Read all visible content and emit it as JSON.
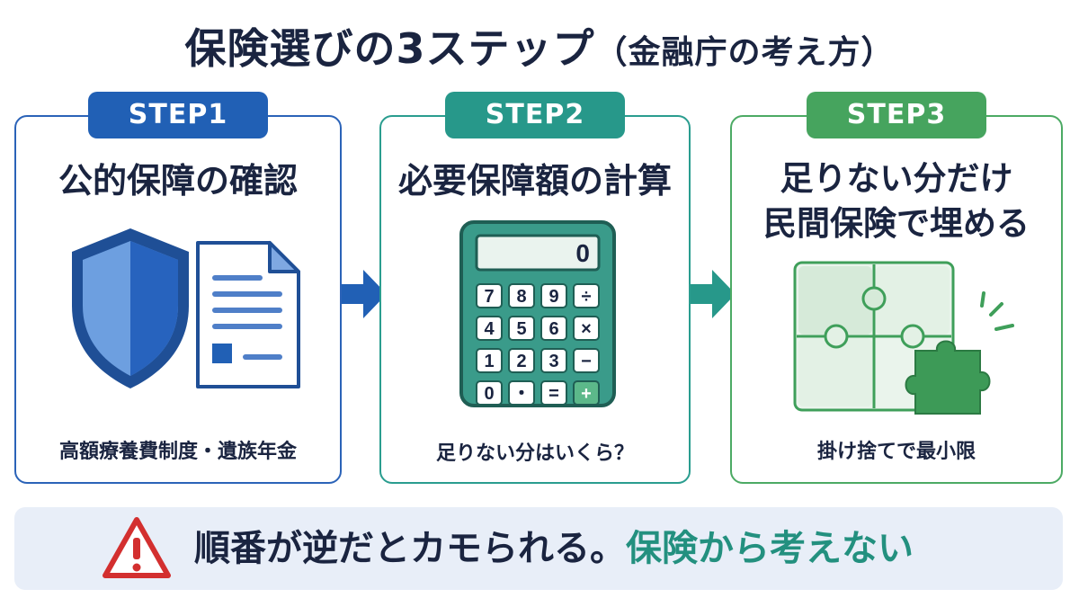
{
  "title": {
    "main": "保険選びの3ステップ",
    "sub": "（金融庁の考え方）"
  },
  "steps": [
    {
      "badge": "STEP1",
      "heading_lines": [
        "公的保障の確認"
      ],
      "caption": "高額療養費制度・遺族年金"
    },
    {
      "badge": "STEP2",
      "heading_lines": [
        "必要保障額の計算"
      ],
      "caption": "足りない分はいくら？"
    },
    {
      "badge": "STEP3",
      "heading_lines": [
        "足りない分だけ",
        "民間保険で埋める"
      ],
      "caption": "掛け捨てで最小限"
    }
  ],
  "calculator": {
    "display": "0",
    "keys": [
      [
        "7",
        "8",
        "9",
        "÷"
      ],
      [
        "4",
        "5",
        "6",
        "×"
      ],
      [
        "1",
        "2",
        "3",
        "−"
      ],
      [
        "0",
        "・",
        "=",
        "+"
      ]
    ]
  },
  "warning": {
    "dark_text": "順番が逆だとカモられる。",
    "accent_text": "保険から考えない"
  },
  "icons": {
    "step1": [
      "shield-icon",
      "document-icon"
    ],
    "step2": [
      "calculator-icon"
    ],
    "step3": [
      "puzzle-icon"
    ],
    "warning": "warning-triangle-icon",
    "arrows": "arrow-right-icon"
  },
  "colors": {
    "step1": "#2160b5",
    "step2": "#27988a",
    "step3": "#46a45e",
    "warning_icon": "#d32f2f",
    "warning_bg": "#e8eef8"
  }
}
